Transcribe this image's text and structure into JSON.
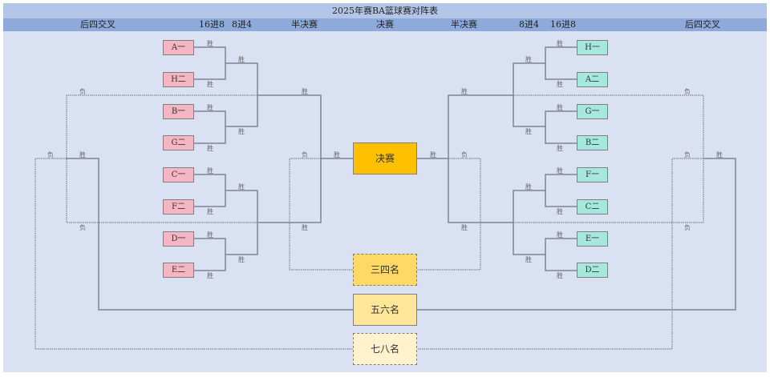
{
  "title": "2025年赛BA篮球赛对阵表",
  "header": {
    "left_cross": "后四交叉",
    "left_r16": "16进8",
    "left_qf": "8进4",
    "left_sf": "半决赛",
    "final": "决赛",
    "right_sf": "半决赛",
    "right_qf": "8进4",
    "right_r16": "16进8",
    "right_cross": "后四交叉"
  },
  "left_teams": [
    "A一",
    "H二",
    "B一",
    "G二",
    "C一",
    "F二",
    "D一",
    "E二"
  ],
  "right_teams": [
    "H一",
    "A二",
    "G一",
    "B二",
    "F一",
    "C二",
    "E一",
    "D二"
  ],
  "places": {
    "final": "决赛",
    "third_fourth": "三四名",
    "fifth_sixth": "五六名",
    "seventh_eighth": "七八名"
  },
  "labels": {
    "win": "胜",
    "lose": "负"
  },
  "colors": {
    "left_team": "#f4b6c2",
    "right_team": "#a6e8de",
    "final": "#ffc000",
    "third_fourth": "#ffd966",
    "fifth_sixth": "#ffe699",
    "seventh_eighth": "#fff2cc"
  }
}
